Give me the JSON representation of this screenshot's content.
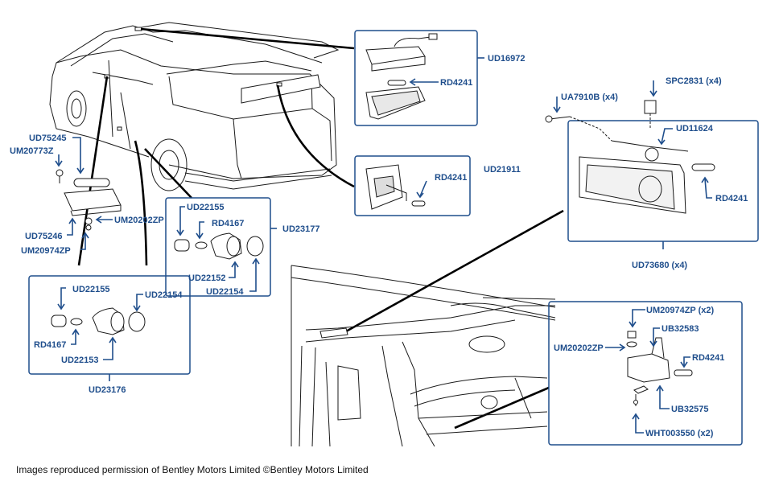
{
  "parts": {
    "ud16972": "UD16972",
    "rd4241_top": "RD4241",
    "ud21911": "UD21911",
    "rd4241_mid": "RD4241",
    "ua7910b": "UA7910B (x4)",
    "spc2831": "SPC2831 (x4)",
    "ud11624": "UD11624",
    "rd4241_right": "RD4241",
    "ud73680": "UD73680 (x4)",
    "ud75245": "UD75245",
    "um20773z": "UM20773Z",
    "um20202zp_left": "UM20202ZP",
    "ud75246": "UD75246",
    "um20974zp_left": "UM20974ZP",
    "ud22155_a": "UD22155",
    "rd4167_a": "RD4167",
    "ud23177": "UD23177",
    "ud22152": "UD22152",
    "ud22154_a": "UD22154",
    "ud22155_b": "UD22155",
    "ud22154_b": "UD22154",
    "rd4167_b": "RD4167",
    "ud22153": "UD22153",
    "ud23176": "UD23176",
    "um20974zp_x2": "UM20974ZP (x2)",
    "ub32583": "UB32583",
    "um20202zp_right": "UM20202ZP",
    "rd4241_bottom": "RD4241",
    "ub32575": "UB32575",
    "wht003550": "WHT003550 (x2)"
  },
  "footer": "Images reproduced permission of Bentley Motors Limited ©Bentley Motors Limited",
  "colors": {
    "label": "#1f4e8c",
    "line": "#1a1a1a"
  }
}
